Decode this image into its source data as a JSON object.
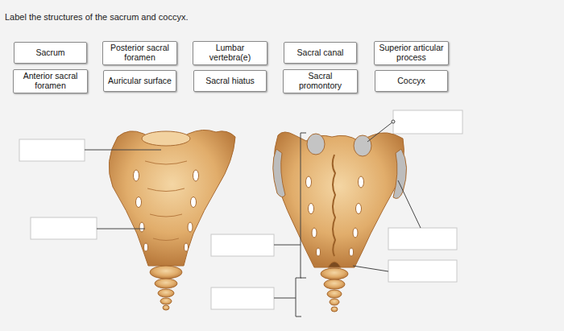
{
  "diagram": {
    "title": "Label the structures of the sacrum and coccyx.",
    "nodes": [
      {
        "text": [
          "Sacrum"
        ]
      },
      {
        "text": [
          "Posterior sacral foramen"
        ]
      },
      {
        "text": [
          "Lumbar vertebra(e)"
        ]
      },
      {
        "text": [
          "Sacral canal"
        ]
      },
      {
        "text": [
          "Superior articular process"
        ]
      },
      {
        "text": [
          "Anterior sacral foramen"
        ]
      },
      {
        "text": [
          "Auricular surface"
        ]
      },
      {
        "text": [
          "Sacral hiatus"
        ]
      },
      {
        "text": [
          "Sacral promontory"
        ]
      },
      {
        "text": [
          "Coccyx"
        ]
      }
    ],
    "edges": []
  }
}
